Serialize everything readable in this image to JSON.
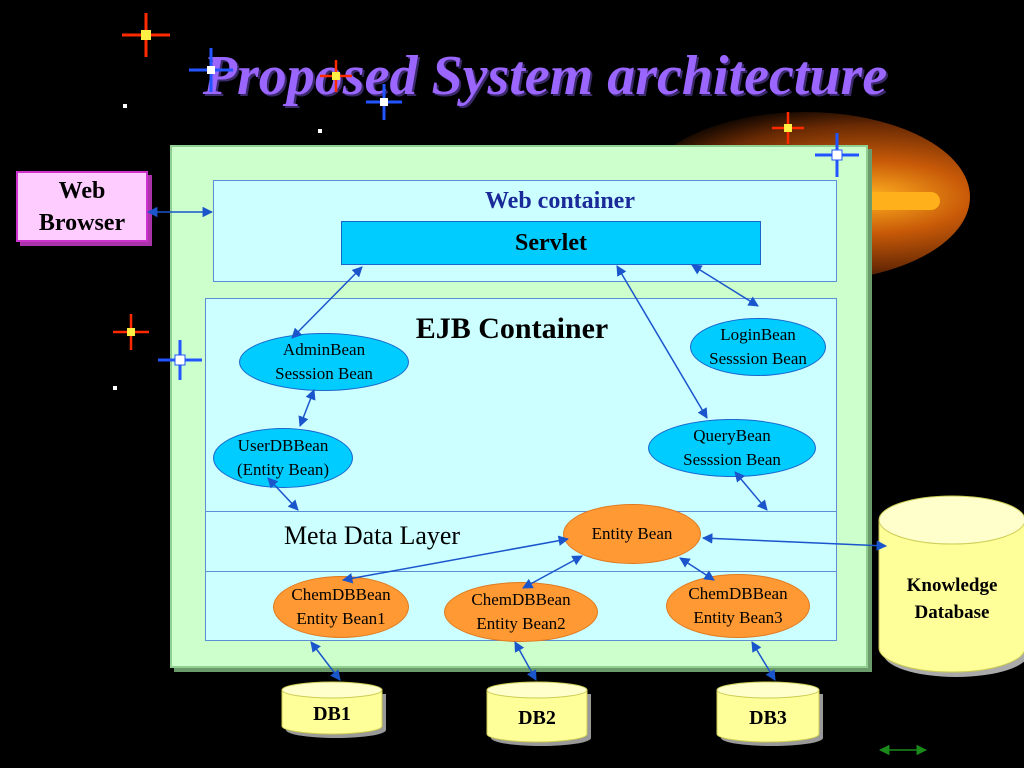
{
  "title": "Proposed System architecture",
  "browser": {
    "line1": "Web",
    "line2": "Browser"
  },
  "web_container": {
    "label": "Web container",
    "servlet": "Servlet"
  },
  "ejb_container": {
    "label": "EJB Container"
  },
  "meta_layer": {
    "label": "Meta Data Layer"
  },
  "beans": {
    "admin": [
      "AdminBean",
      "Sesssion Bean"
    ],
    "login": [
      "LoginBean",
      "Sesssion Bean"
    ],
    "userdb": [
      "UserDBBean",
      "(Entity Bean)"
    ],
    "query": [
      "QueryBean",
      "Sesssion Bean"
    ],
    "entity": "Entity Bean",
    "chem1": [
      "ChemDBBean",
      "Entity Bean1"
    ],
    "chem2": [
      "ChemDBBean",
      "Entity Bean2"
    ],
    "chem3": [
      "ChemDBBean",
      "Entity Bean3"
    ]
  },
  "knowledge_db": {
    "line1": "Knowledge",
    "line2": "Database"
  },
  "databases": [
    "DB1",
    "DB2",
    "DB3"
  ],
  "colors": {
    "background": "#000000",
    "title": "#9a66ff",
    "outer_box": "#ccffcc",
    "container_panel": "#ccffff",
    "servlet_fill": "#00ccff",
    "session_bean": "#00ccff",
    "entity_bean": "#ff9933",
    "browser_box": "#ffccff",
    "database": "#ffff99",
    "arrow": "#1a55cc"
  }
}
